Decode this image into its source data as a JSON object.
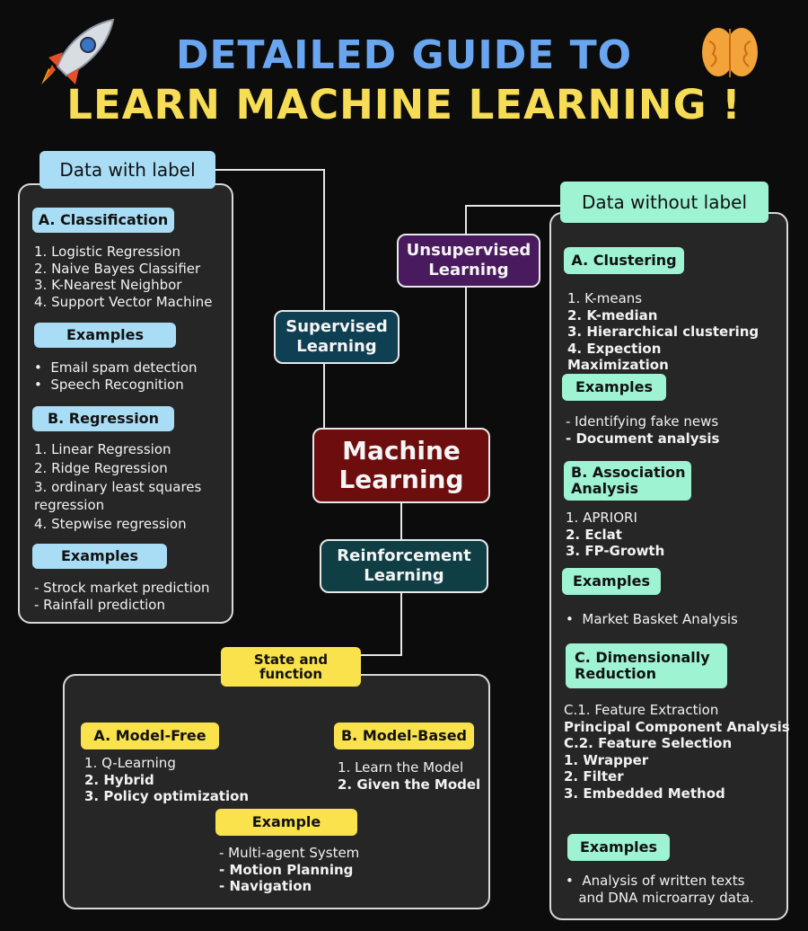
{
  "title": {
    "line1": "DETAILED GUIDE TO",
    "line2": "LEARN MACHINE LEARNING !"
  },
  "icons": [
    "rocket-icon",
    "brain-icon"
  ],
  "colors": {
    "title_blue": "#6aa6f0",
    "title_yellow": "#f7dd55",
    "label_blue": "#a9ddf5",
    "label_green": "#9ef3d3",
    "label_yellow": "#f9e24b",
    "center_node": "#6e0d0d",
    "supervised_node": "#0f3f52",
    "unsupervised_node": "#4a1a5e",
    "reinforcement_node": "#0f3f45"
  },
  "center": {
    "label_line1": "Machine",
    "label_line2": "Learning"
  },
  "nodes": {
    "supervised": {
      "line1": "Supervised",
      "line2": "Learning"
    },
    "unsupervised": {
      "line1": "Unsupervised",
      "line2": "Learning"
    },
    "reinforcement": {
      "line1": "Reinforcement",
      "line2": "Learning"
    }
  },
  "left": {
    "header": "Data with label",
    "classification": {
      "label": "A. Classification",
      "items": [
        "1. Logistic Regression",
        "2. Naive Bayes Classifier",
        "3. K-Nearest Neighbor",
        "4. Support Vector Machine"
      ]
    },
    "examples1": {
      "label": "Examples",
      "items": [
        "Email spam detection",
        "Speech Recognition"
      ]
    },
    "regression": {
      "label": "B. Regression",
      "items": [
        "1. Linear Regression",
        "2. Ridge Regression",
        "3. ordinary least squares",
        "regression",
        "4. Stepwise regression"
      ]
    },
    "examples2": {
      "label": "Examples",
      "items": [
        "- Strock market prediction",
        "- Rainfall prediction"
      ]
    }
  },
  "right": {
    "header": "Data without label",
    "clustering": {
      "label": "A. Clustering",
      "items": [
        "1. K-means",
        "2. K-median",
        "3. Hierarchical clustering",
        "4. Expection",
        "Maximization"
      ]
    },
    "examples1": {
      "label": "Examples",
      "items": [
        "- Identifying fake news",
        "- Document analysis"
      ]
    },
    "association": {
      "label_line1": "B. Association",
      "label_line2": "Analysis",
      "items": [
        "1. APRIORI",
        "2. Eclat",
        "3. FP-Growth"
      ]
    },
    "examples2": {
      "label": "Examples",
      "items": [
        "Market Basket Analysis"
      ]
    },
    "dimensionality": {
      "label_line1": "C. Dimensionally",
      "label_line2": "Reduction",
      "items": [
        "C.1. Feature Extraction",
        "Principal Component Analysis",
        "",
        "C.2. Feature Selection",
        "1. Wrapper",
        "2. Filter",
        "3. Embedded Method"
      ]
    },
    "examples3": {
      "label": "Examples",
      "items": [
        "Analysis of written texts",
        "and DNA microarray data."
      ]
    }
  },
  "bottom": {
    "state": {
      "line1": "State and",
      "line2": "function"
    },
    "model_free": {
      "label": "A. Model-Free",
      "items": [
        "1. Q-Learning",
        "2. Hybrid",
        "3. Policy optimization"
      ]
    },
    "model_based": {
      "label": "B. Model-Based",
      "items": [
        "1. Learn the Model",
        "2. Given the Model"
      ]
    },
    "example": {
      "label": "Example",
      "items": [
        "- Multi-agent System",
        "- Motion Planning",
        "- Navigation"
      ]
    }
  }
}
